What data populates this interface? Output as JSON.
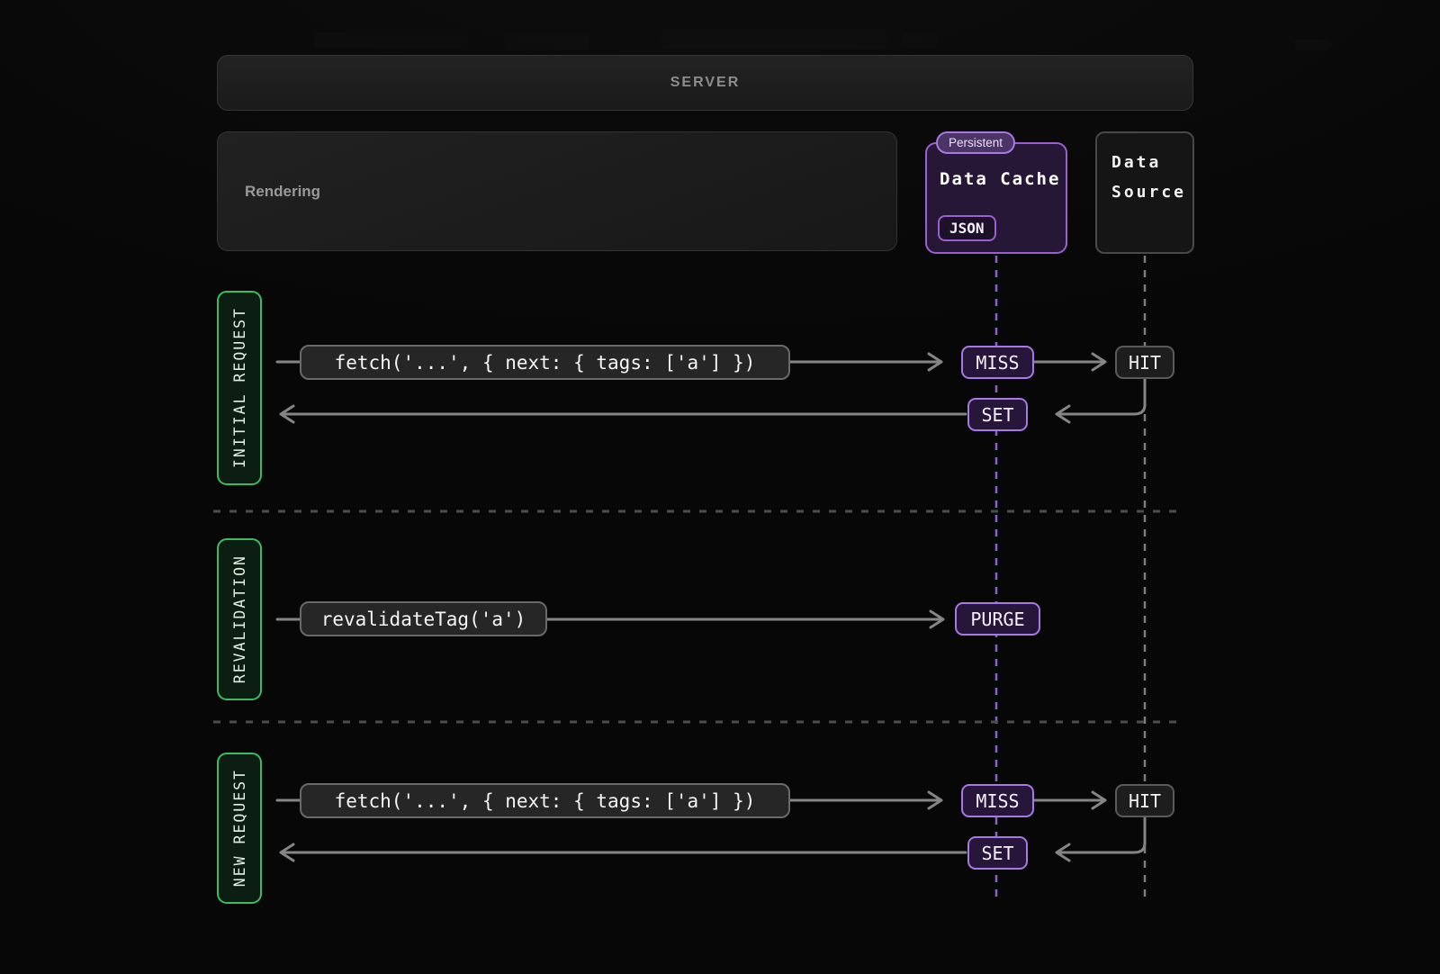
{
  "colors": {
    "background": "#0a0a0a",
    "purple_border": "#9b5fd0",
    "purple_badge_border": "#a679e6",
    "green_border": "#3dbb63",
    "gray_border": "#5a5a5a",
    "arrow": "#858585",
    "cache_lifeline": "#8a63c9",
    "source_lifeline": "#7d7d7d"
  },
  "server": {
    "label": "SERVER"
  },
  "rendering": {
    "label": "Rendering"
  },
  "data_cache": {
    "title": "Data Cache",
    "badge": "Persistent",
    "chip": "JSON"
  },
  "data_source": {
    "title": "Data Source"
  },
  "sections": {
    "initial_request": {
      "label": "INITIAL REQUEST",
      "request_code": "fetch('...', { next: { tags: ['a'] })",
      "cache_result": "MISS",
      "source_result": "HIT",
      "store_action": "SET"
    },
    "revalidation": {
      "label": "REVALIDATION",
      "request_code": "revalidateTag('a')",
      "cache_action": "PURGE"
    },
    "new_request": {
      "label": "NEW REQUEST",
      "request_code": "fetch('...', { next: { tags: ['a'] })",
      "cache_result": "MISS",
      "source_result": "HIT",
      "store_action": "SET"
    }
  }
}
